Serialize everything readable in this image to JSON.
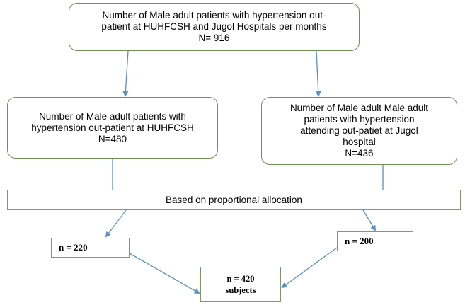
{
  "nodes": {
    "total": {
      "lines": [
        "Number of Male adult patients with hypertension out-",
        "patient at HUHFCSH and Jugol Hospitals per months",
        "N= 916"
      ]
    },
    "huhfcsh": {
      "lines": [
        "Number of Male adult patients with",
        "hypertension out-patient at HUHFCSH",
        "N=480"
      ]
    },
    "jugol": {
      "lines": [
        "Number of Male adult Male adult",
        "patients with hypertension",
        "attending out-patiet at Jugol",
        "hospital",
        "N=436"
      ]
    },
    "allocation": {
      "label": "Based on proportional allocation"
    },
    "n220": {
      "label": "n = 220"
    },
    "n200": {
      "label": "n = 200"
    },
    "n420": {
      "lines": [
        "n = 420",
        "subjects"
      ]
    }
  },
  "colors": {
    "border": "#6f8f54",
    "arrow": "#5b8fbf"
  }
}
